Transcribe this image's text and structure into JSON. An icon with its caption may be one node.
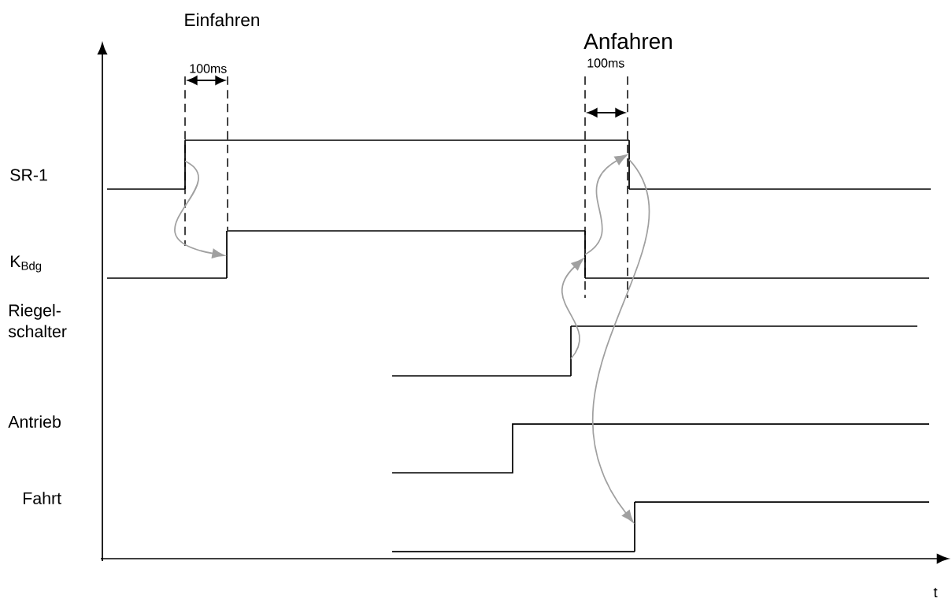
{
  "diagram": {
    "nodes": [
      {
        "text": [],
        "shape": "line"
      },
      {
        "text": [],
        "shape": "line"
      },
      {
        "text": [],
        "shape": "line"
      },
      {
        "text": [],
        "shape": "line"
      },
      {
        "text": [],
        "shape": "line"
      },
      {
        "text": [],
        "shape": "line"
      }
    ],
    "edges": [
      {
        "from": 0,
        "to": 1,
        "arrow": "to"
      },
      {
        "from": 4,
        "to": 2,
        "arrow": "to"
      },
      {
        "from": 2,
        "to": 3,
        "arrow": "to"
      },
      {
        "from": 3,
        "to": 5,
        "arrow": "to"
      }
    ],
    "labels": [
      "Einfahren",
      "Anfahren",
      "100ms",
      "100ms",
      "SR-1",
      "K$_{Bdg}$",
      "Riegel- schalter",
      "Antrieb",
      "Fahrt",
      "t"
    ]
  }
}
